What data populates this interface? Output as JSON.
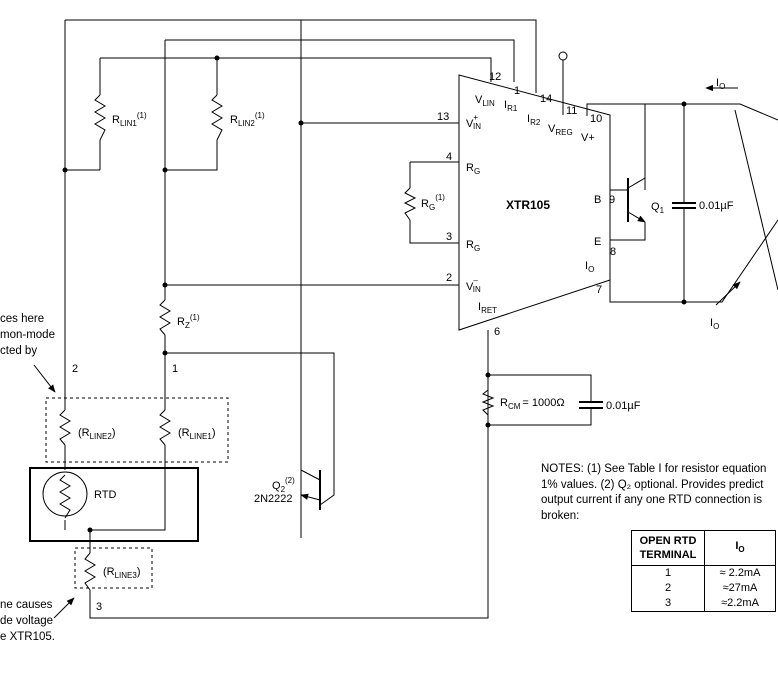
{
  "ic": {
    "name": "XTR105",
    "pins": {
      "p1": "1",
      "p2": "2",
      "p3": "3",
      "p4": "4",
      "p6": "6",
      "p7": "7",
      "p8": "8",
      "p9": "9",
      "p10": "10",
      "p11": "11",
      "p12": "12",
      "p13": "13",
      "p14": "14"
    },
    "labels": {
      "vlin": "V",
      "vlin_sub": "LIN",
      "ir1": "I",
      "ir1_sub": "R1",
      "ir2": "I",
      "ir2_sub": "R2",
      "vreg": "V",
      "vreg_sub": "REG",
      "vplus": "V+",
      "vinp": "V",
      "vinp_sub": "IN",
      "vinp_sup": "+",
      "rg_top": "R",
      "rg_top_sub": "G",
      "rg_bot": "R",
      "rg_bot_sub": "G",
      "vinn": "V",
      "vinn_sub": "IN",
      "vinn_sup": "–",
      "iret": "I",
      "iret_sub": "RET",
      "b": "B",
      "e": "E",
      "io": "I",
      "io_sub": "O"
    }
  },
  "components": {
    "rlin1": {
      "r": "R",
      "sub": "LIN1",
      "sup": "(1)"
    },
    "rlin2": {
      "r": "R",
      "sub": "LIN2",
      "sup": "(1)"
    },
    "rg": {
      "r": "R",
      "sub": "G",
      "sup": "(1)"
    },
    "rz": {
      "r": "R",
      "sub": "Z",
      "sup": "(1)"
    },
    "rline2": {
      "pre": "(R",
      "sub": "LINE2",
      "post": ")"
    },
    "rline1": {
      "pre": "(R",
      "sub": "LINE1",
      "post": ")"
    },
    "rline3": {
      "pre": "(R",
      "sub": "LINE3",
      "post": ")"
    },
    "rtd": "RTD",
    "q1": {
      "q": "Q",
      "sub": "1"
    },
    "q2": {
      "q": "Q",
      "sub": "2",
      "sup": "(2)",
      "part": "2N2222"
    },
    "c1": "0.01µF",
    "rcm": {
      "r": "R",
      "sub": "CM",
      "value": "= 1000Ω"
    },
    "c2": "0.01µF"
  },
  "terminals": {
    "t1": "1",
    "t2": "2",
    "t3": "3"
  },
  "loop": {
    "io_top": {
      "i": "I",
      "sub": "O"
    },
    "io_bot": {
      "i": "I",
      "sub": "O"
    }
  },
  "left_notes": {
    "top": [
      "ces here",
      "mon-mode",
      "cted by"
    ],
    "bottom": [
      "ne causes",
      "de voltage",
      "e XTR105."
    ]
  },
  "notes": [
    "NOTES: (1) See Table I for resistor equation",
    "1% values. (2) Q₂ optional. Provides predict",
    "output current if any one RTD connection is",
    "broken:"
  ],
  "table": {
    "headers": [
      "OPEN RTD TERMINAL",
      "I"
    ],
    "header_io_sub": "O",
    "rows": [
      [
        "1",
        "≈ 2.2mA"
      ],
      [
        "2",
        "≈27mA"
      ],
      [
        "3",
        "≈2.2mA"
      ]
    ]
  }
}
